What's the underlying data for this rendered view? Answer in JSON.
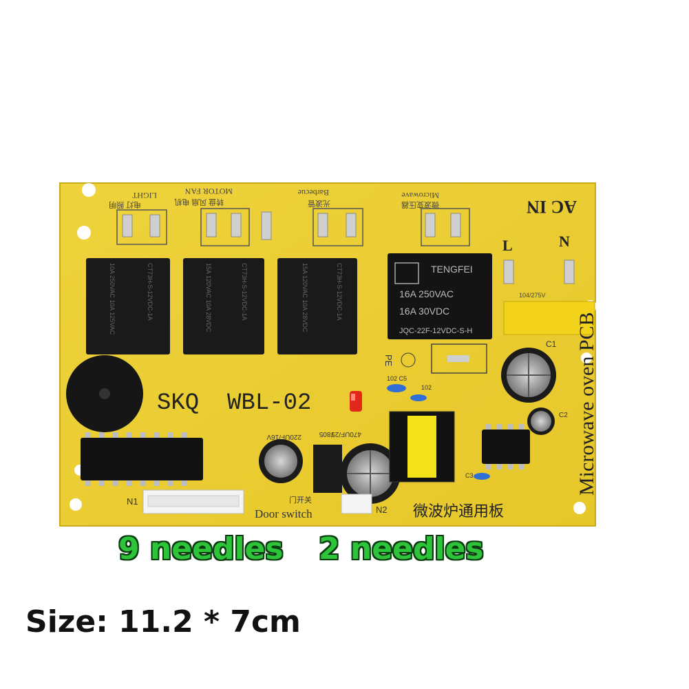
{
  "board": {
    "model": "SKQ  WBL-02",
    "chinese_title": "微波炉通用板",
    "side_text": "Microwave oven PCB",
    "ac_in": "AC IN",
    "line_label": "L",
    "neutral_label": "N",
    "pe_label": "PE",
    "door_switch": "Door switch",
    "door_switch_cn": "门开关",
    "n1": "N1",
    "n2": "N2",
    "relay_labels": {
      "light": "LIGHT",
      "light_cn": "电灯 照明",
      "motor_fan": "MOTOR FAN",
      "motor_fan_cn": "转盘 风扇 电机",
      "barbecue": "Barbecue",
      "barbecue_cn": "光波管",
      "microwave": "Microwave",
      "microwave_cn": "微波变压器"
    },
    "relay_main": {
      "brand": "TENGFEI",
      "line1": "16A    250VAC",
      "line2": "16A      30VDC",
      "model": "JQC-22F-12VDC-S-H"
    },
    "small_relay_text": [
      "10A 250VAC  10A 125VAC",
      "15A 120VAC  10A 28VDC",
      "CT73H-S-12VDC-1A"
    ],
    "components": {
      "cap_c1": "C1",
      "cap_c2": "C2",
      "cap_470": "470UF/25",
      "cap_220": "220UF/16V",
      "reg_7805": "7805",
      "c5": "102 C5",
      "c4": "102",
      "c3": "C3",
      "x_cap": "104/275V"
    }
  },
  "captions": {
    "needles_9": "9 needles",
    "needles_2": "2 needles",
    "size": "Size: 11.2 * 7cm"
  }
}
